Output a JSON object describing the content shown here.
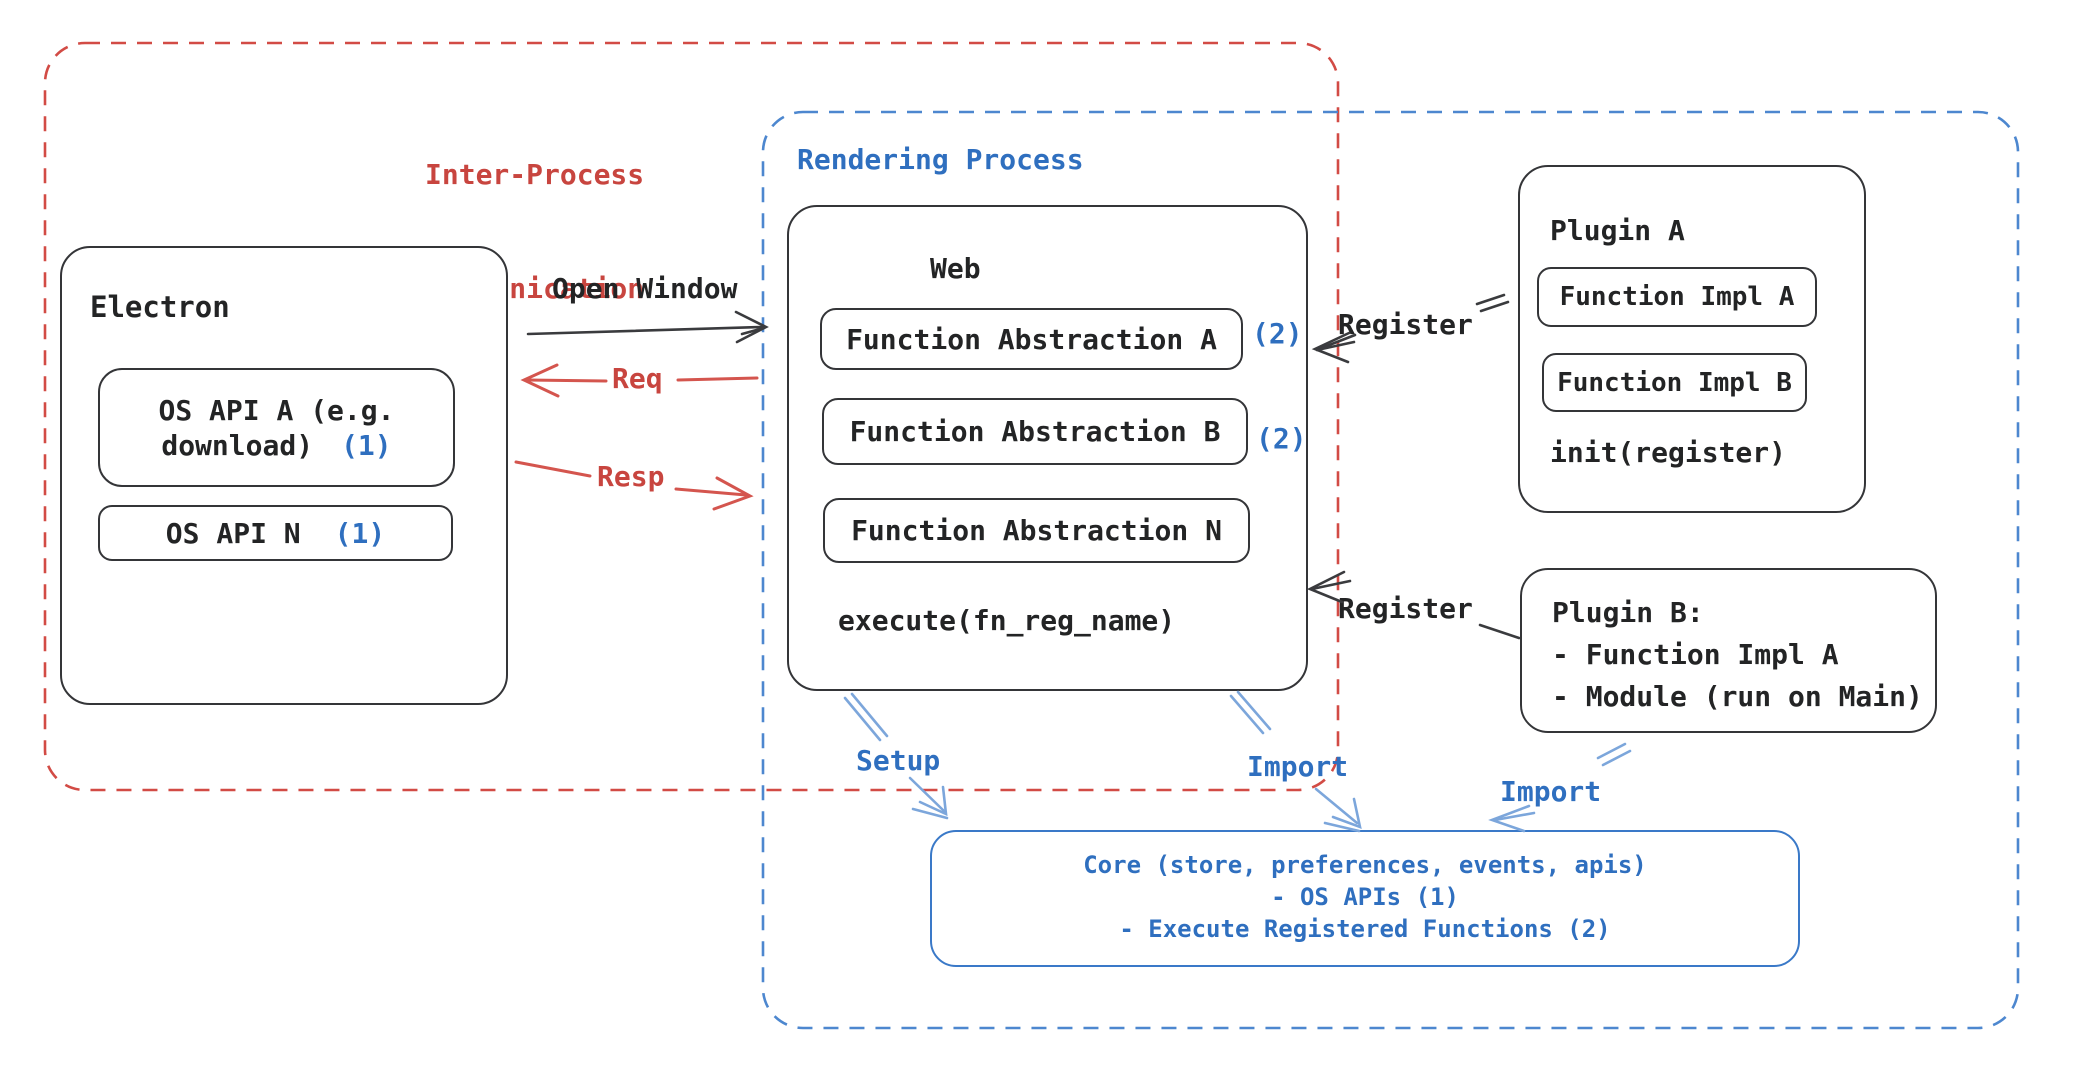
{
  "colors": {
    "black_stroke": "#343538",
    "red_text": "#c8453f",
    "red_dash": "#d24b45",
    "red_arrow": "#d4554e",
    "blue_text": "#2f6fbf",
    "blue_dash": "#4d87cf",
    "blue_arrow_light": "#7ca6db",
    "core_border": "#3a79c8",
    "background": "#ffffff"
  },
  "ipc": {
    "label_line1": "Inter-Process",
    "label_line2": "Communication"
  },
  "rendering": {
    "label": "Rendering Process"
  },
  "electron": {
    "title": "Electron",
    "api_a": {
      "line1": "OS API A (e.g.",
      "line2": "download)",
      "badge": "(1)"
    },
    "api_n": {
      "label": "OS API N",
      "badge": "(1)"
    }
  },
  "web": {
    "title": "Web",
    "items": [
      {
        "label": "Function Abstraction A",
        "badge": "(2)"
      },
      {
        "label": "Function Abstraction B",
        "badge": "(2)"
      },
      {
        "label": "Function Abstraction N",
        "badge": ""
      }
    ],
    "execute": "execute(fn_reg_name)"
  },
  "plugin_a": {
    "title": "Plugin A",
    "items": [
      "Function Impl A",
      "Function Impl B"
    ],
    "init": "init(register)"
  },
  "plugin_b": {
    "lines": [
      "Plugin B:",
      "- Function Impl A",
      "- Module (run on Main)"
    ]
  },
  "core": {
    "lines": [
      "Core (store, preferences, events, apis)",
      "- OS APIs (1)",
      "- Execute Registered Functions (2)"
    ]
  },
  "arrows": {
    "open_window": "Open Window",
    "req": "Req",
    "resp": "Resp",
    "register_a": "Register",
    "register_b": "Register",
    "setup": "Setup",
    "import_web": "Import",
    "import_plugin": "Import"
  }
}
